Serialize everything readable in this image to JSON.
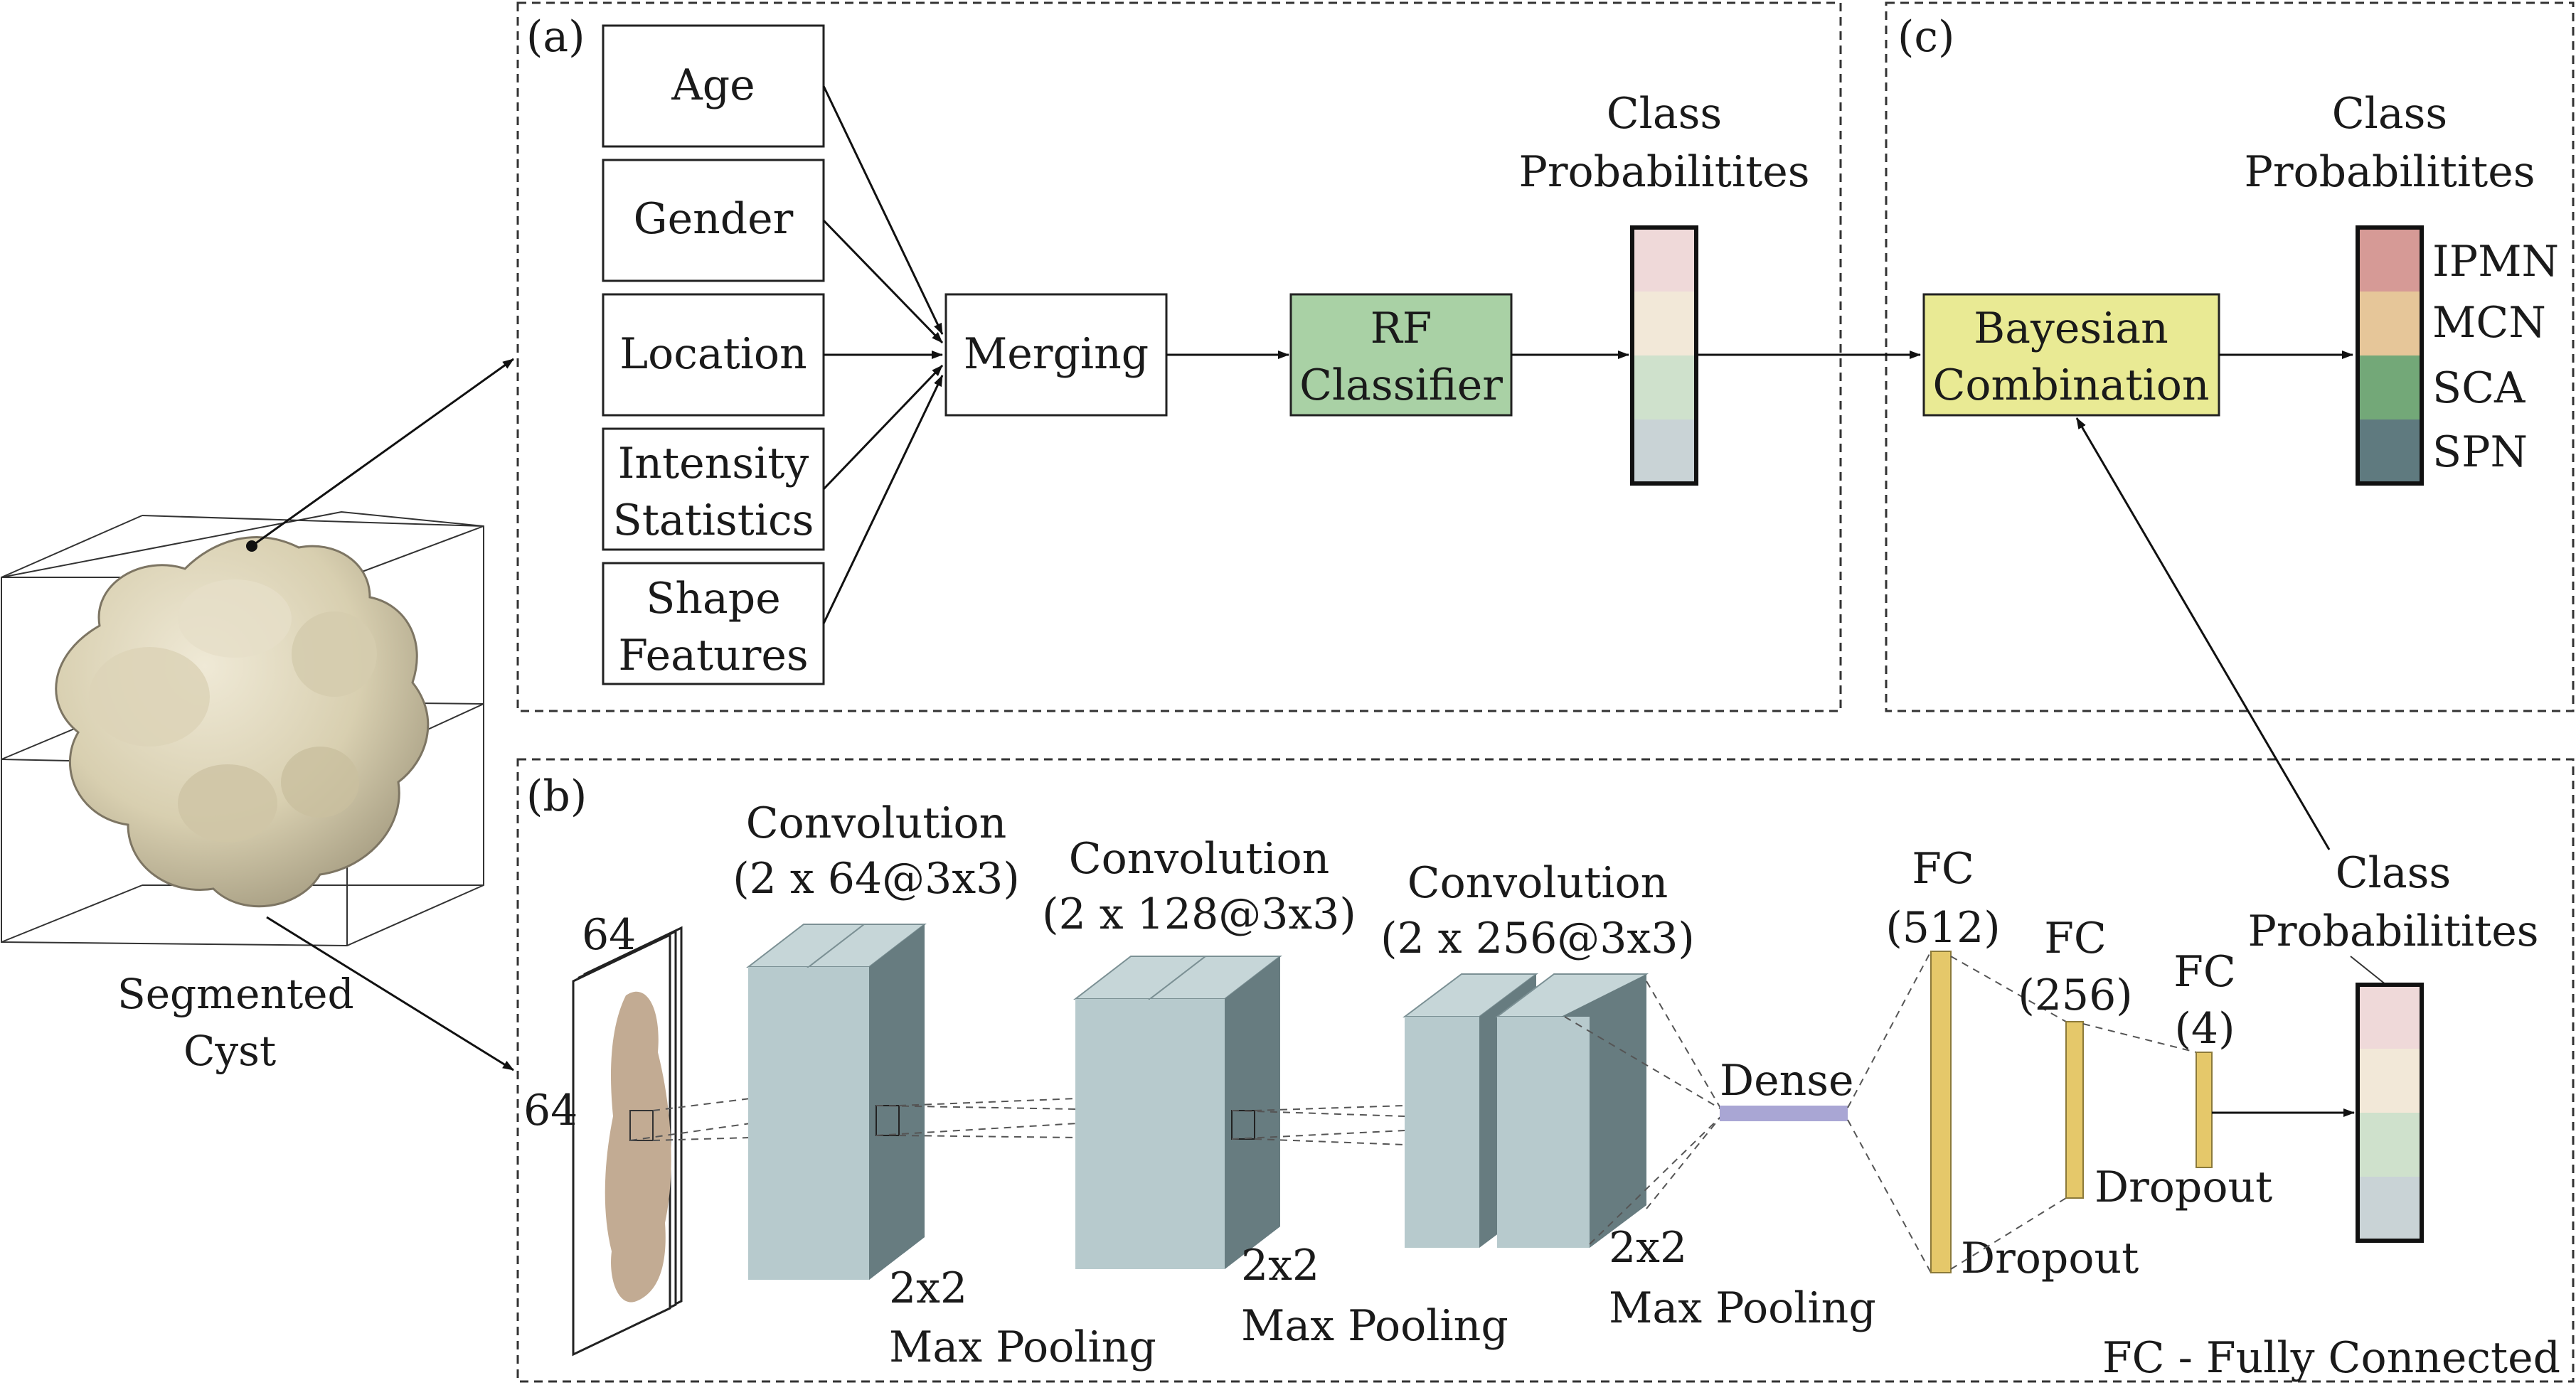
{
  "panels": {
    "a": "(a)",
    "b": "(b)",
    "c": "(c)"
  },
  "features": [
    "Age",
    "Gender",
    "Location",
    "Intensity",
    "Statistics",
    "Shape",
    "Features"
  ],
  "merging": "Merging",
  "rf": [
    "RF",
    "Classifier"
  ],
  "class_probs_label": [
    "Class",
    "Probabilitites"
  ],
  "bayes": [
    "Bayesian",
    "Combination"
  ],
  "legend": {
    "items": [
      "IPMN",
      "MCN",
      "SCA",
      "SPN"
    ],
    "colors": [
      "#d69a96",
      "#e6c699",
      "#73a878",
      "#5f7a7f"
    ]
  },
  "prob_faded_colors": [
    "#efd9d9",
    "#f2e8d8",
    "#cfe1cc",
    "#c9d3d6"
  ],
  "cyst_label": [
    "Segmented",
    "Cyst"
  ],
  "input_dims": [
    "64",
    "64"
  ],
  "conv_titles": [
    [
      "Convolution",
      "(2 x 64@3x3)"
    ],
    [
      "Convolution",
      "(2 x 128@3x3)"
    ],
    [
      "Convolution",
      "(2 x 256@3x3)"
    ]
  ],
  "pool": [
    "2x2",
    "Max Pooling"
  ],
  "dense": "Dense",
  "fc": [
    [
      "FC",
      "(512)"
    ],
    [
      "FC",
      "(256)"
    ],
    [
      "FC",
      "(4)"
    ]
  ],
  "dropout": "Dropout",
  "footnote": "FC - Fully Connected",
  "colors": {
    "rf_green": "#a9d1a5",
    "bayes_yellow": "#e9ea94",
    "layer_light": "#b7cacd",
    "layer_dark": "#677c80",
    "fc_yellow": "#e5c86a",
    "dense_purple": "#a9a6d4",
    "cyst_tan": "#e3dcc4",
    "lesion_brown": "#c2ab93"
  }
}
